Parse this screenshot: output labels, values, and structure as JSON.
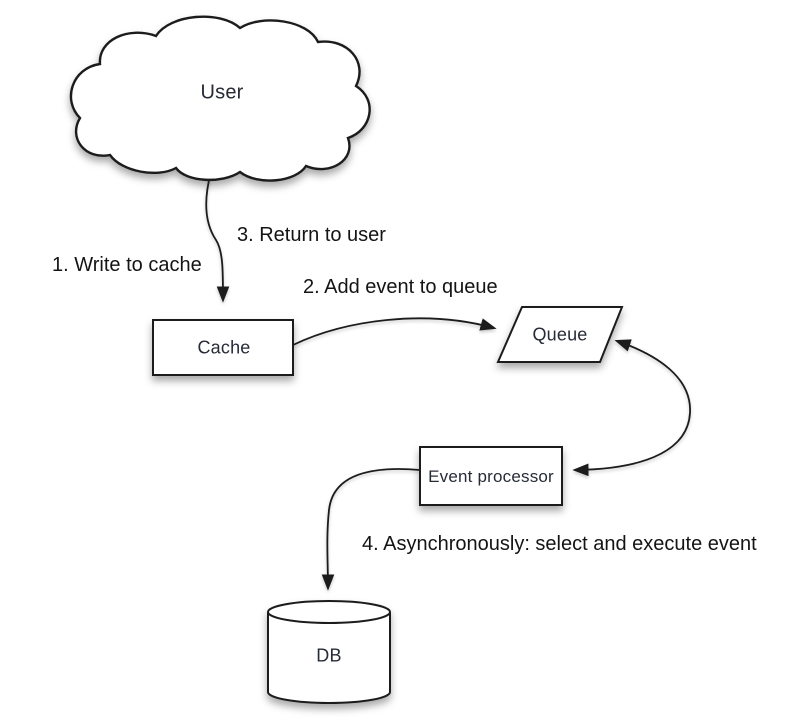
{
  "diagram": {
    "colors": {
      "background": "#ffffff",
      "stroke": "#1c1c1c",
      "node_fill": "#ffffff",
      "node_text": "#262b36",
      "annotation_text": "#141414"
    },
    "nodes": {
      "user": {
        "label": "User",
        "shape": "cloud"
      },
      "cache": {
        "label": "Cache",
        "shape": "rectangle"
      },
      "queue": {
        "label": "Queue",
        "shape": "parallelogram"
      },
      "event_processor": {
        "label": "Event processor",
        "shape": "rectangle"
      },
      "db": {
        "label": "DB",
        "shape": "cylinder"
      }
    },
    "annotations": {
      "step1": {
        "text": "1. Write to cache"
      },
      "step2": {
        "text": "2. Add event to queue"
      },
      "step3": {
        "text": "3. Return to user"
      },
      "step4": {
        "text": "4. Asynchronously: select and execute event"
      }
    },
    "edges": [
      {
        "from": "user",
        "to": "cache",
        "arrows": "end",
        "labels": [
          "step1",
          "step3"
        ]
      },
      {
        "from": "cache",
        "to": "queue",
        "arrows": "end",
        "labels": [
          "step2"
        ]
      },
      {
        "from": "queue",
        "to": "event_processor",
        "arrows": "both",
        "labels": []
      },
      {
        "from": "event_processor",
        "to": "db",
        "arrows": "end",
        "labels": [
          "step4"
        ]
      }
    ]
  }
}
